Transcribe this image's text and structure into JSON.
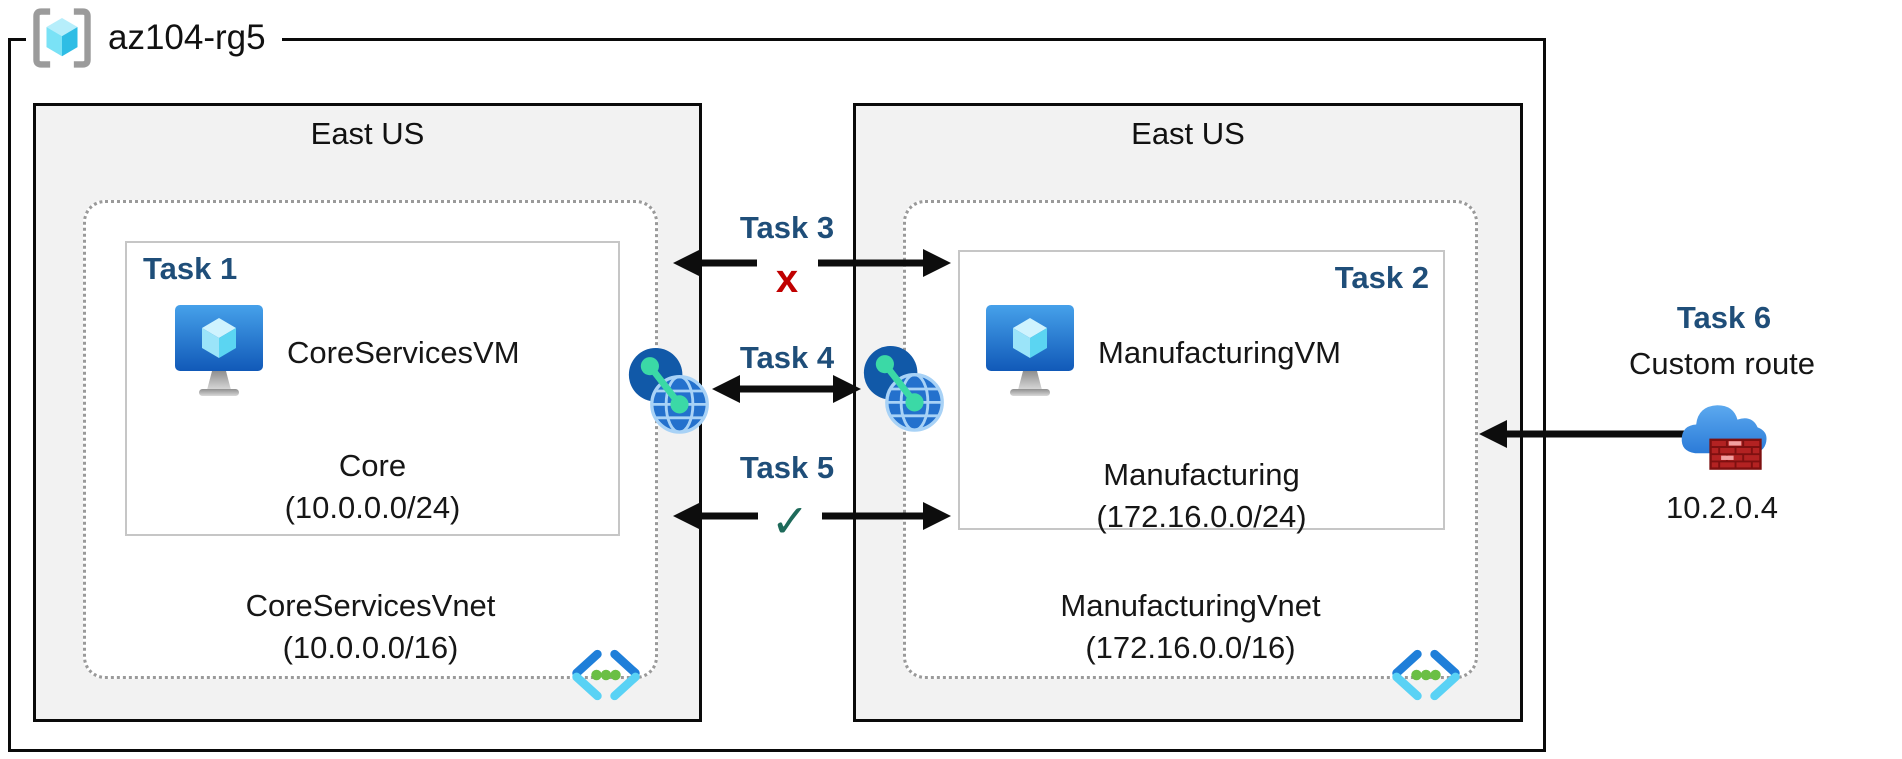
{
  "resource_group": {
    "name": "az104-rg5"
  },
  "regions": {
    "left": {
      "location": "East US",
      "task_label": "Task 1",
      "vm_name": "CoreServicesVM",
      "subnet_name": "Core",
      "subnet_cidr": "(10.0.0.0/24)",
      "vnet_name": "CoreServicesVnet",
      "vnet_cidr": "(10.0.0.0/16)"
    },
    "right": {
      "location": "East US",
      "task_label": "Task 2",
      "vm_name": "ManufacturingVM",
      "subnet_name": "Manufacturing",
      "subnet_cidr": "(172.16.0.0/24)",
      "vnet_name": "ManufacturingVnet",
      "vnet_cidr": "(172.16.0.0/16)"
    }
  },
  "connections": {
    "task3": {
      "label": "Task 3",
      "status_glyph": "x"
    },
    "task4": {
      "label": "Task 4"
    },
    "task5": {
      "label": "Task 5",
      "status_glyph": "✓"
    },
    "task6": {
      "label": "Task 6",
      "subtitle": "Custom route",
      "ip": "10.2.0.4"
    }
  },
  "colors": {
    "task_label": "#1f4e79",
    "blocked_x": "#c00000",
    "allowed_check": "#1e6a5a",
    "region_fill": "#f2f2f2",
    "border": "#0a0a0a"
  }
}
